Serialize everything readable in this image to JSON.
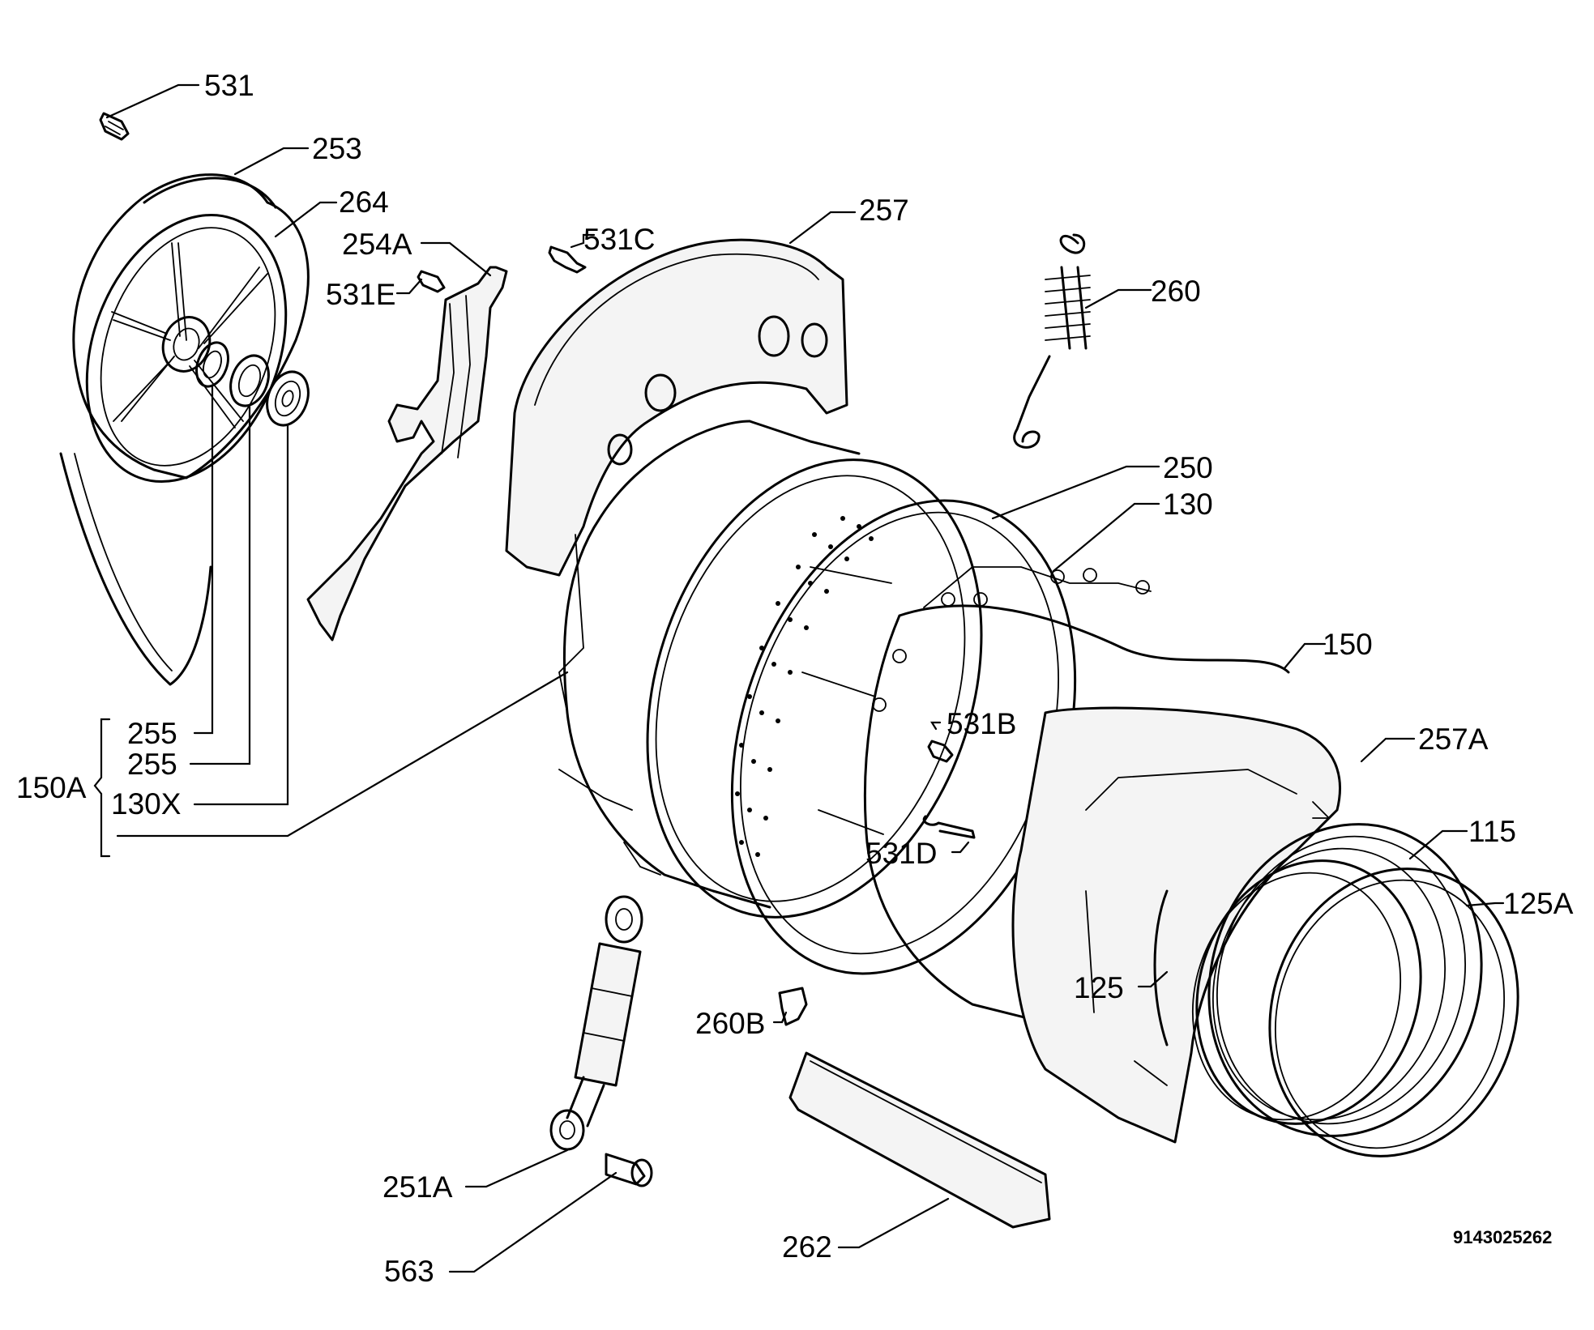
{
  "diagram": {
    "reference_code": "9143025262",
    "group_label": "150A",
    "labels": [
      {
        "id": "531",
        "text": "531"
      },
      {
        "id": "253",
        "text": "253"
      },
      {
        "id": "264",
        "text": "264"
      },
      {
        "id": "254A",
        "text": "254A"
      },
      {
        "id": "531C",
        "text": "531C"
      },
      {
        "id": "531E",
        "text": "531E"
      },
      {
        "id": "257",
        "text": "257"
      },
      {
        "id": "260",
        "text": "260"
      },
      {
        "id": "250",
        "text": "250"
      },
      {
        "id": "130",
        "text": "130"
      },
      {
        "id": "150",
        "text": "150"
      },
      {
        "id": "531B",
        "text": "531B"
      },
      {
        "id": "257A",
        "text": "257A"
      },
      {
        "id": "115",
        "text": "115"
      },
      {
        "id": "531D",
        "text": "531D"
      },
      {
        "id": "125A",
        "text": "125A"
      },
      {
        "id": "125",
        "text": "125"
      },
      {
        "id": "255a",
        "text": "255"
      },
      {
        "id": "255b",
        "text": "255"
      },
      {
        "id": "130X",
        "text": "130X"
      },
      {
        "id": "260B",
        "text": "260B"
      },
      {
        "id": "251A",
        "text": "251A"
      },
      {
        "id": "563",
        "text": "563"
      },
      {
        "id": "262",
        "text": "262"
      }
    ]
  }
}
